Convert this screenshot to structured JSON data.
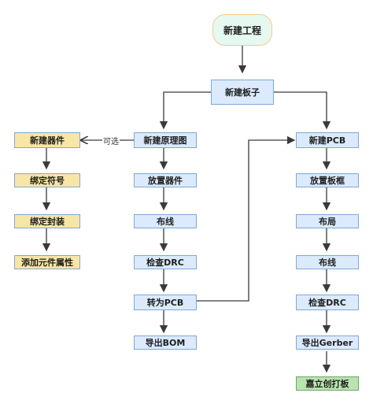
{
  "nodes": {
    "start": "新建工程",
    "new_board": "新建板子",
    "new_component": "新建器件",
    "bind_symbol": "绑定符号",
    "bind_footprint": "绑定封装",
    "add_attrs": "添加元件属性",
    "new_schematic": "新建原理图",
    "place_parts": "放置器件",
    "sch_wire": "布线",
    "sch_drc": "检查DRC",
    "to_pcb": "转为PCB",
    "export_bom": "导出BOM",
    "new_pcb": "新建PCB",
    "place_outline": "放置板框",
    "layout": "布局",
    "pcb_route": "布线",
    "pcb_drc": "检查DRC",
    "export_gerber": "导出Gerber",
    "fab": "嘉立创打板"
  },
  "edges": {
    "optional_label": "可选"
  },
  "colors": {
    "blue_fill": "#dbeafc",
    "yellow_fill": "#f7e6a6",
    "green_fill": "#b9e4b0",
    "start_fill": "#e6f9f1",
    "arrow": "#3a3a3a"
  }
}
